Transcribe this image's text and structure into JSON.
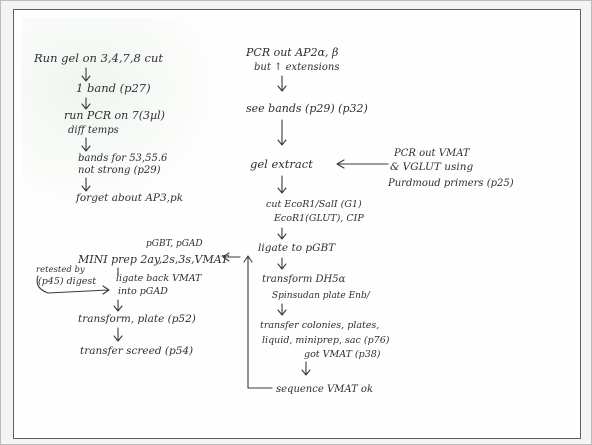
{
  "notes": {
    "left": {
      "l1": "Run gel on 3,4,7,8 cut",
      "l2": "1 band (p27)",
      "l3a": "run PCR on 7(3µl)",
      "l3b": "diff temps",
      "l4a": "bands for 53,55.6",
      "l4b": "not strong (p29)",
      "l5": "forget about AP3,pk",
      "l6": "pGBT, pGAD",
      "l7": "MINI prep 2ay,2s,3s,VMAT",
      "l8a": "retested by",
      "l8b": "(p45) digest",
      "l8c": "ligate back VMAT",
      "l8d": "into pGAD",
      "l9": "transform, plate (p52)",
      "l10": "transfer screed (p54)"
    },
    "right": {
      "r1a": "PCR out AP2α, β",
      "r1b": "but ↑ extensions",
      "r2": "see bands (p29) (p32)",
      "r3": "gel extract",
      "r3n1": "PCR out VMAT",
      "r3n2": "& VGLUT using",
      "r3n3": "Purdmoud primers (p25)",
      "r4a": "cut EcoR1/SalI (G1)",
      "r4b": "EcoR1(GLUT), CIP",
      "r5": "ligate to pGBT",
      "r6a": "transform DH5α",
      "r6b": "Spinsudan plate Enb/",
      "r7a": "transfer colonies, plates,",
      "r7b": "liquid, miniprep, sac (p76)",
      "r7c": "got VMAT (p38)",
      "r8": "sequence VMAT ok"
    }
  }
}
